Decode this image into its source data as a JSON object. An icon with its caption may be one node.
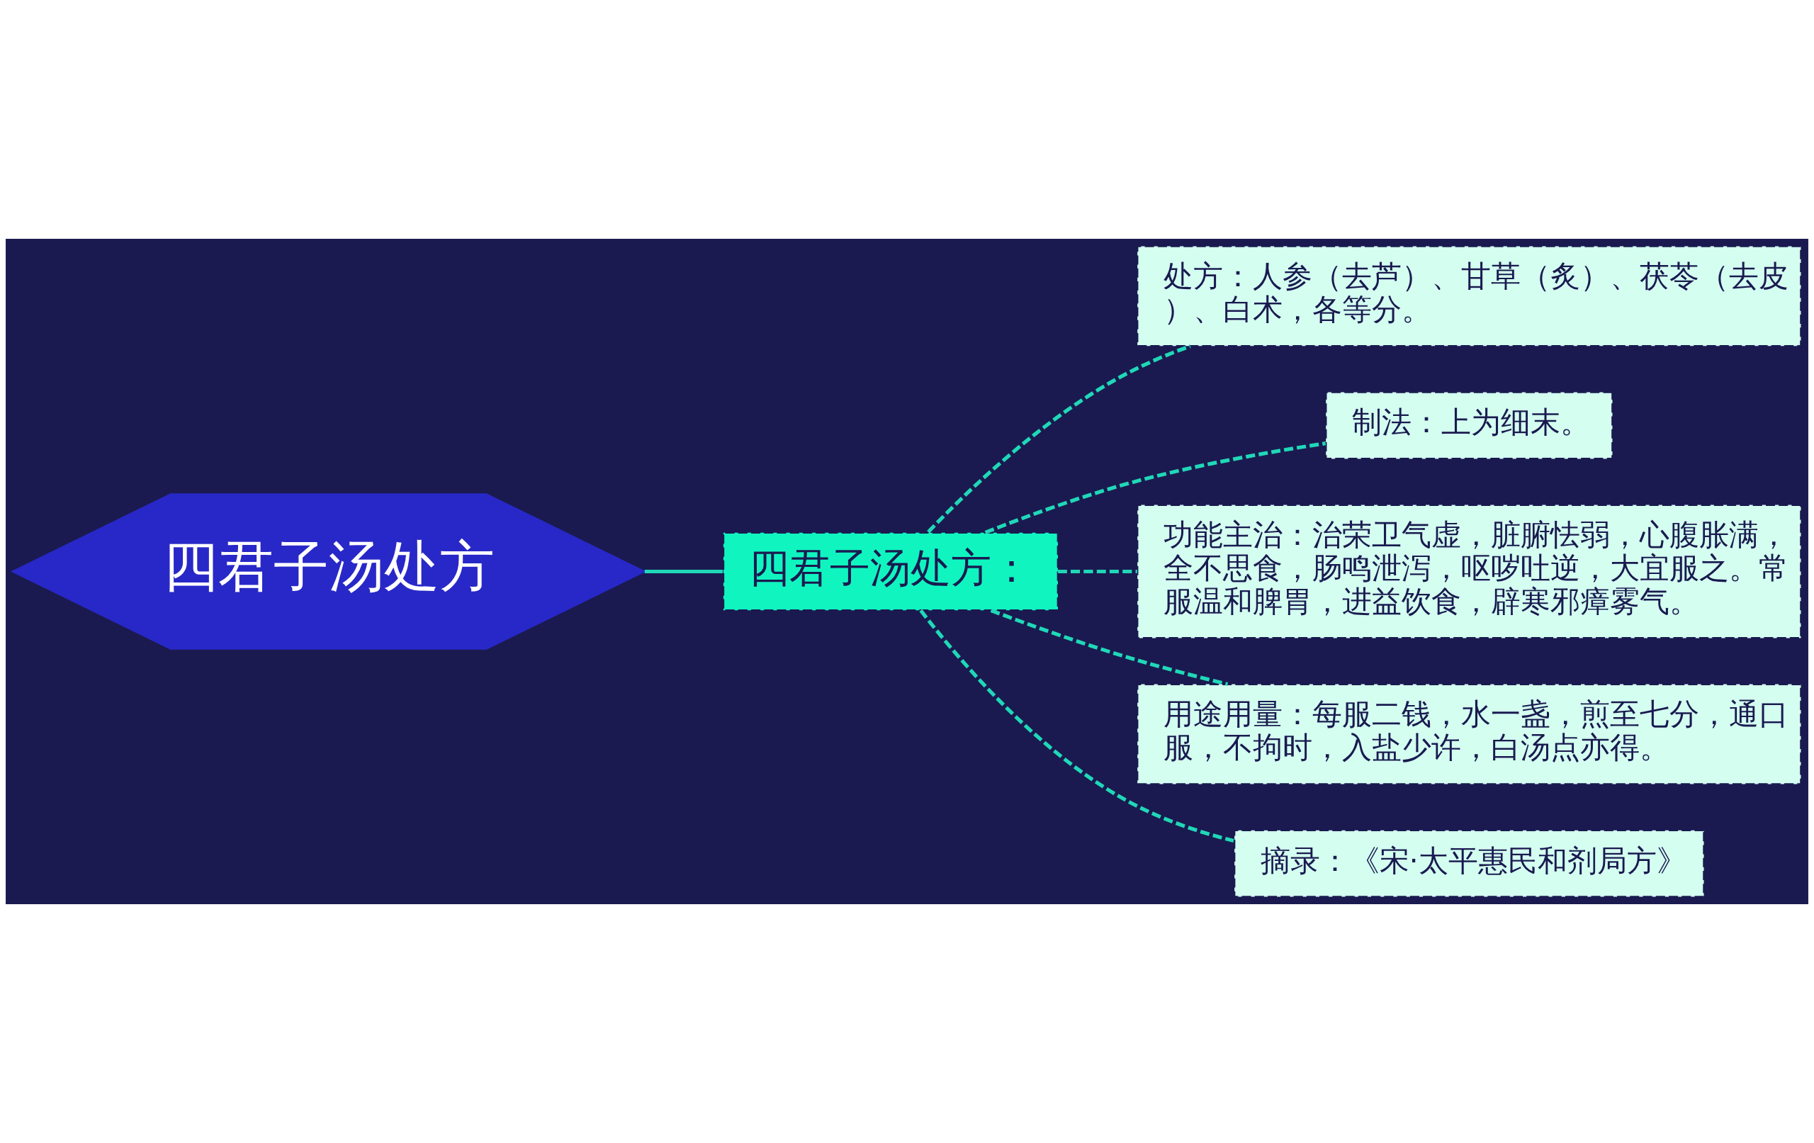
{
  "diagram": {
    "nodes": [
      {
        "text": [
          "四君子汤处方"
        ]
      },
      {
        "text": [
          "四君子汤处方："
        ]
      },
      {
        "text": [
          "处方：人参（去芦）、甘草（炙）、茯苓（去皮）、白术，各等分。"
        ]
      },
      {
        "text": [
          "制法：上为细末。"
        ]
      },
      {
        "text": [
          "功能主治：治荣卫气虚，脏腑怯弱，心腹胀满，全不思食，肠鸣泄泻，呕哕吐逆，大宜服之。常服温和脾胃，进益饮食，辟寒邪瘴雾气。"
        ]
      },
      {
        "text": [
          "用途用量：每服二钱，水一盏，煎至七分，通口服，不拘时，入盐少许，白汤点亦得。"
        ]
      },
      {
        "text": [
          "摘录：《宋·太平惠民和剂局方》"
        ]
      }
    ],
    "edges": [
      {
        "from": 0,
        "to": 1,
        "arrow": "none"
      },
      {
        "from": 1,
        "to": 2,
        "arrow": "none",
        "style": "dashed"
      },
      {
        "from": 1,
        "to": 3,
        "arrow": "none",
        "style": "dashed"
      },
      {
        "from": 1,
        "to": 4,
        "arrow": "none",
        "style": "dashed"
      },
      {
        "from": 1,
        "to": 5,
        "arrow": "none",
        "style": "dashed"
      },
      {
        "from": 1,
        "to": 6,
        "arrow": "none",
        "style": "dashed"
      }
    ]
  }
}
